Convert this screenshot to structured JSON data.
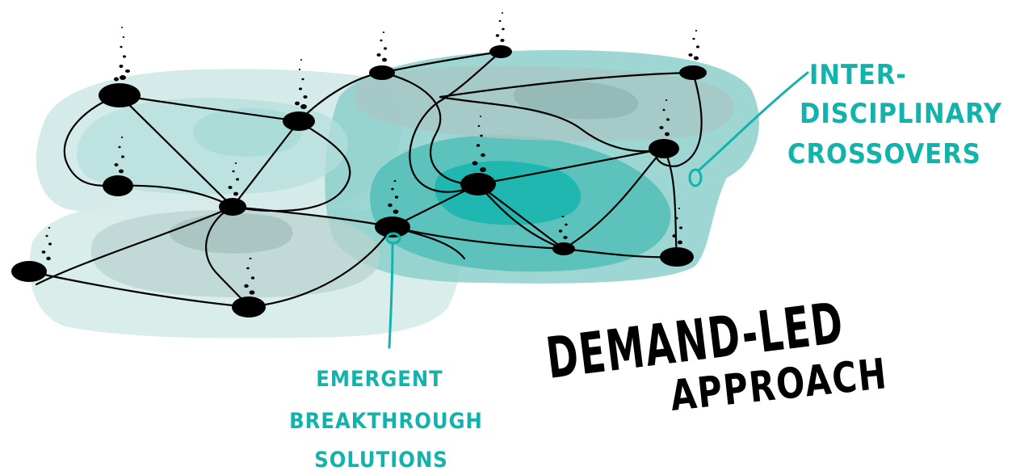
{
  "labels": {
    "emergent": [
      "EMERGENT",
      "BREAKTHROUGH",
      "SOLUTIONS"
    ],
    "inter": [
      "INTER-",
      "DISCIPLINARY",
      "CROSSOVERS"
    ],
    "title": [
      "DEMAND-LED",
      "APPROACH"
    ]
  },
  "colors": {
    "accent": "#13b3ad",
    "node": "#000000",
    "line": "#000000",
    "blob_light": "#bfe3e0",
    "blob_mid": "#7ec9c3",
    "blob_deep": "#2fb5ad",
    "blob_grey": "#8fa9a7"
  }
}
